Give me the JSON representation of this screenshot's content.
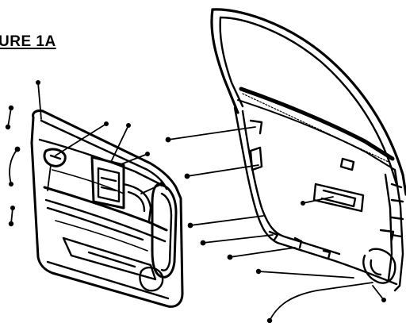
{
  "figure": {
    "title": "URE 1A",
    "ink_color": "#000000",
    "background_color": "#ffffff"
  },
  "parts": {
    "door_trim_panel": "door-trim-panel",
    "door_frame": "door-frame",
    "fasteners": "push-pin-clips",
    "leader_lines": "leader-lines"
  }
}
